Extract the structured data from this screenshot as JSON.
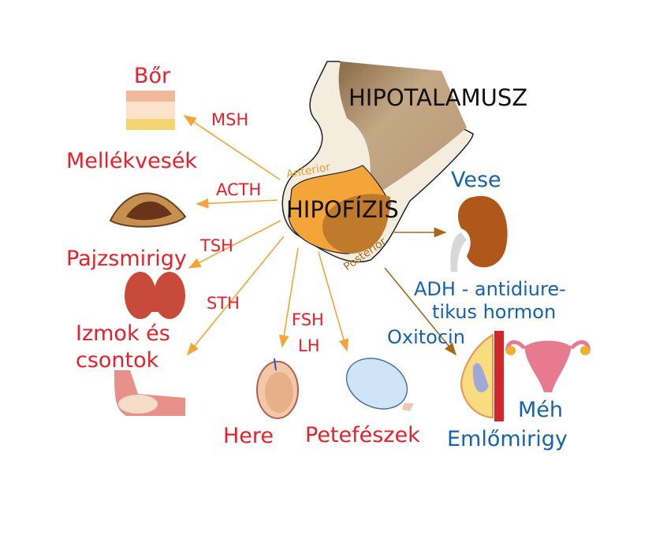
{
  "center": {
    "hypothalamus": "HIPOTALAMUSZ",
    "pituitary": "HIPOFÍZIS",
    "anterior": "Anterior",
    "posterior": "Posterior"
  },
  "targets_anterior": {
    "skin": "Bőr",
    "adrenal": "Mellékvesék",
    "thyroid": "Pajzsmirigy",
    "muscles_line1": "Izmok és",
    "muscles_line2": "csontok",
    "testis": "Here",
    "ovary": "Petefészek"
  },
  "hormones_anterior": {
    "msh": "MSH",
    "acth": "ACTH",
    "tsh": "TSH",
    "sth": "STH",
    "fsh": "FSH",
    "lh": "LH"
  },
  "targets_posterior": {
    "kidney": "Vese",
    "uterus": "Méh",
    "mammary": "Emlőmirigy"
  },
  "hormones_posterior": {
    "adh_line1": "ADH - antidiure-",
    "adh_line2": "tikus hormon",
    "oxytocin": "Oxitocin"
  },
  "colors": {
    "anterior_target": "#e8202a",
    "posterior_target": "#1462b0",
    "anterior_arrow": "#f4a53a",
    "posterior_arrow": "#a8681c"
  }
}
